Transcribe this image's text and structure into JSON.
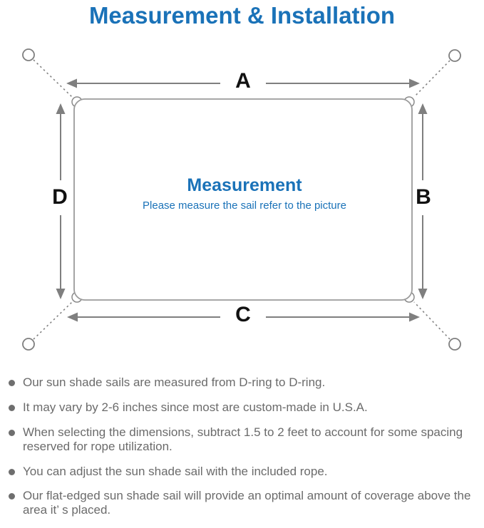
{
  "title": "Measurement & Installation",
  "colors": {
    "accent_blue": "#1a72b8",
    "line_gray": "#7f7f7f",
    "outline_gray": "#9b9b9b",
    "note_gray": "#6b6b6b",
    "label_black": "#111111"
  },
  "diagram": {
    "dimension_labels": {
      "a": "A",
      "b": "B",
      "c": "C",
      "d": "D"
    },
    "center_heading": "Measurement",
    "center_subtitle": "Please measure the sail refer to the picture"
  },
  "notes": [
    "Our sun shade sails are measured from D-ring to D-ring.",
    "It may vary by 2-6 inches since most are custom-made in U.S.A.",
    "When selecting the dimensions, subtract 1.5 to 2 feet to account for some spacing reserved for rope utilization.",
    "You can adjust the sun shade sail with the included rope.",
    "Our flat-edged sun shade sail will provide an optimal amount of coverage above the area it’ s placed."
  ]
}
